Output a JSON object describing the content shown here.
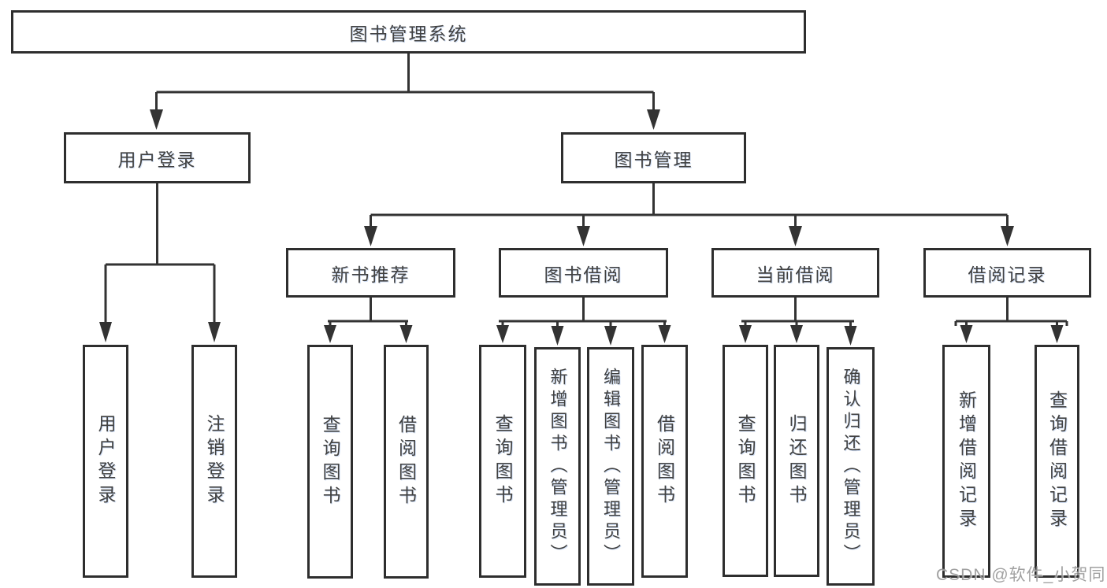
{
  "tree": {
    "root": {
      "label": "图书管理系统",
      "children": [
        {
          "label": "用户登录",
          "children": [
            {
              "label": "用户登录"
            },
            {
              "label": "注销登录"
            }
          ]
        },
        {
          "label": "图书管理",
          "children": [
            {
              "label": "新书推荐",
              "children": [
                {
                  "label": "查询图书"
                },
                {
                  "label": "借阅图书"
                }
              ]
            },
            {
              "label": "图书借阅",
              "children": [
                {
                  "label": "查询图书"
                },
                {
                  "label": "新增图书（管理员）"
                },
                {
                  "label": "编辑图书（管理员）"
                },
                {
                  "label": "借阅图书"
                }
              ]
            },
            {
              "label": "当前借阅",
              "children": [
                {
                  "label": "查询图书"
                },
                {
                  "label": "归还图书"
                },
                {
                  "label": "确认归还（管理员）"
                }
              ]
            },
            {
              "label": "借阅记录",
              "children": [
                {
                  "label": "新增借阅记录"
                },
                {
                  "label": "查询借阅记录"
                }
              ]
            }
          ]
        }
      ]
    }
  },
  "colors": {
    "line": "#333333",
    "box_border": "#2e2e2e",
    "text": "#414141",
    "watermark": "#949494"
  },
  "watermark": {
    "text": "CSDN @软件_小贺同学"
  }
}
